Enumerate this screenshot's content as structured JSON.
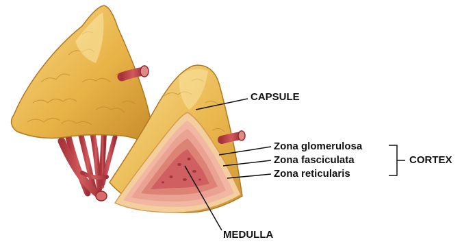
{
  "labels": {
    "capsule": "CAPSULE",
    "zona_glomerulosa": "Zona glomerulosa",
    "zona_fasciculata": "Zona fasciculata",
    "zona_reticularis": "Zona reticularis",
    "cortex": "CORTEX",
    "medulla": "MEDULLA"
  },
  "colors": {
    "gland_surface": "#e8b347",
    "gland_highlight": "#f4d27a",
    "gland_shadow": "#b97f22",
    "cut_face": "#f7dcc4",
    "zona_glomerulosa": "#f0b4a2",
    "zona_fasciculata": "#e9a08f",
    "zona_reticularis": "#d97b6f",
    "medulla": "#cf5c5e",
    "vessel": "#c84a4e",
    "vessel_dark": "#8f2c33",
    "leader_line": "#111111"
  }
}
